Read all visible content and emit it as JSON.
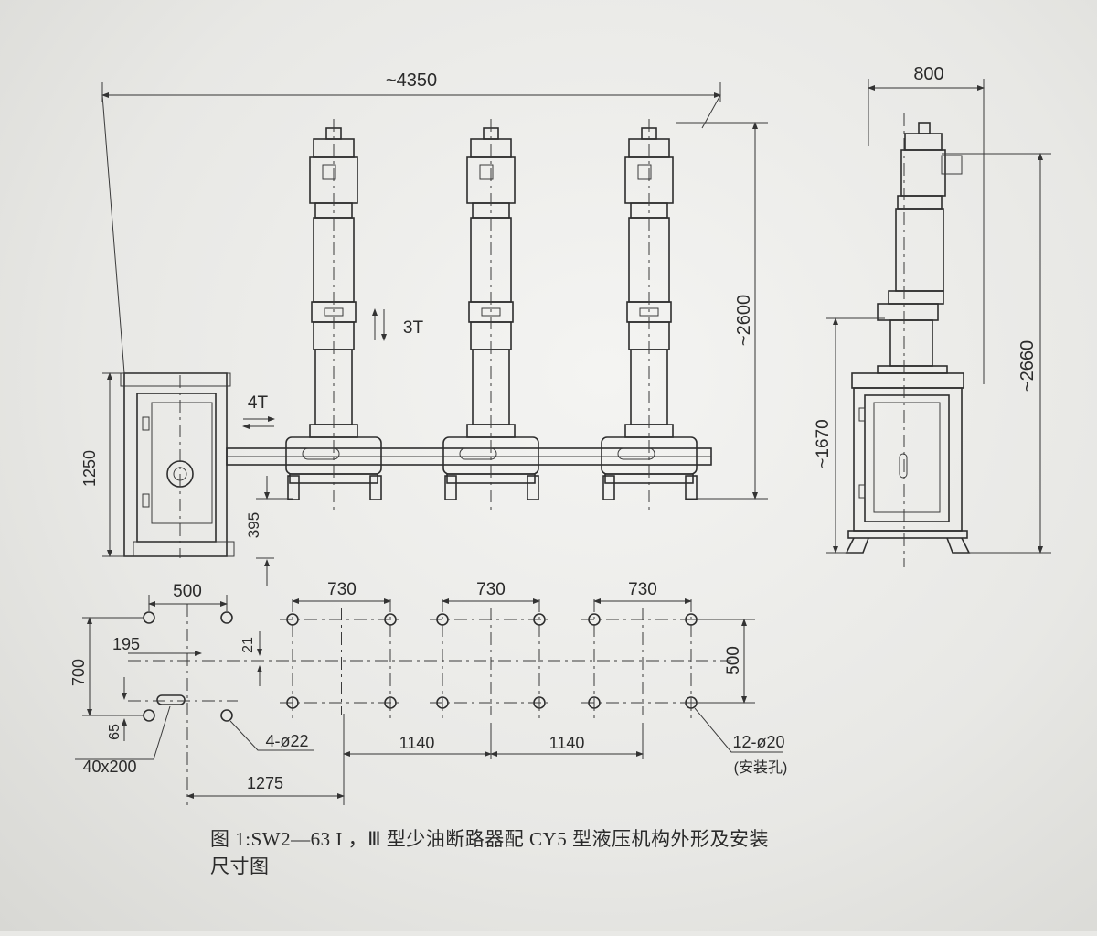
{
  "diagram": {
    "dimensions": {
      "overall_width": "~4350",
      "overall_height": "~2600",
      "side_width": "800",
      "side_height": "~2660",
      "side_cabinet_height": "~1670",
      "cabinet_height": "1250",
      "base_height": "395",
      "load_3t": "3T",
      "load_4t": "4T",
      "plan_500_top": "500",
      "plan_730_a": "730",
      "plan_730_b": "730",
      "plan_730_c": "730",
      "plan_195": "195",
      "plan_21": "21",
      "plan_700": "700",
      "plan_65": "65",
      "plan_500_right": "500",
      "plan_1140_a": "1140",
      "plan_1140_b": "1140",
      "plan_1275": "1275",
      "hole_4": "4-ø22",
      "slot": "40x200",
      "hole_12": "12-ø20",
      "hole_note": "(安装孔)"
    },
    "caption_line1": "图 1:SW2—63 I ，Ⅲ 型少油断路器配 CY5 型液压机构外形及安装",
    "caption_line2": "尺寸图"
  }
}
